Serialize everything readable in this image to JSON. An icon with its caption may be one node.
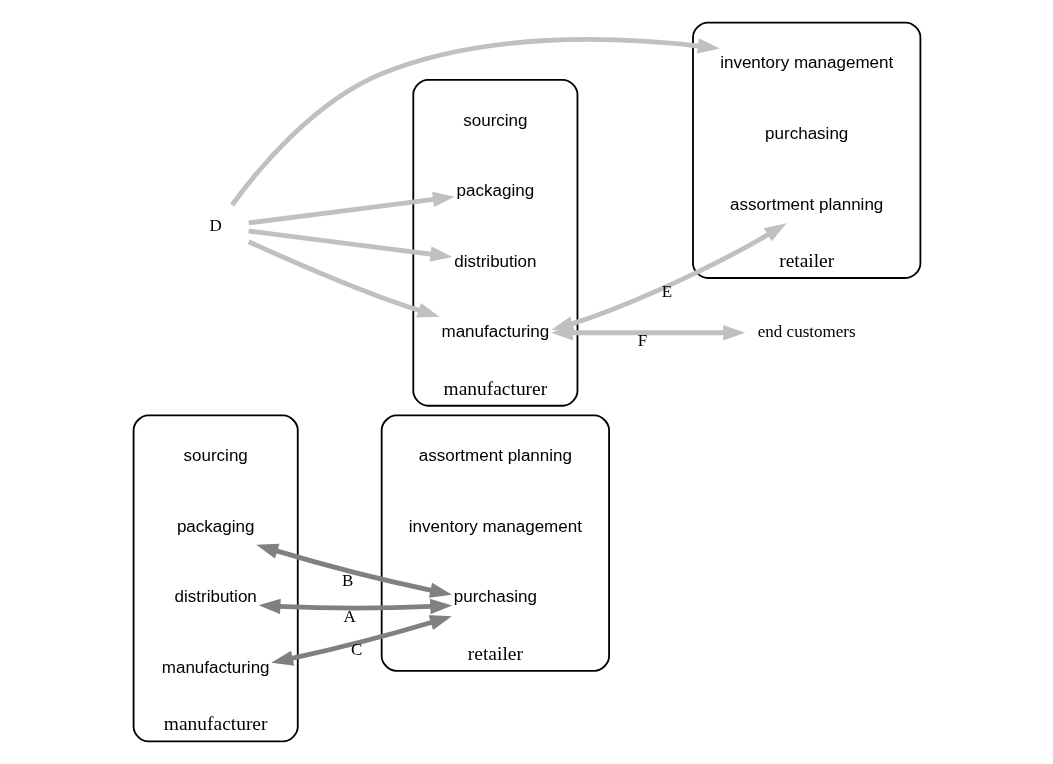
{
  "diagram": {
    "nodes": [
      {
        "text": [
          "manufacturer"
        ]
      },
      {
        "text": [
          "packaging"
        ],
        "in": 0
      },
      {
        "text": [
          "sourcing"
        ],
        "in": 0
      },
      {
        "text": [
          "distribution"
        ],
        "in": 0
      },
      {
        "text": [
          "manufacturing"
        ],
        "in": 0
      },
      {
        "text": [
          "retailer"
        ]
      },
      {
        "text": [
          "inventory management"
        ],
        "in": 5
      },
      {
        "text": [
          "purchasing"
        ],
        "in": 5
      },
      {
        "text": [
          "assortment planning"
        ],
        "in": 5
      },
      {
        "text": [
          "manufacturer"
        ]
      },
      {
        "text": [
          "packaging"
        ],
        "in": 9
      },
      {
        "text": [
          "sourcing"
        ],
        "in": 9
      },
      {
        "text": [
          "distribution"
        ],
        "in": 9
      },
      {
        "text": [
          "manufacturing"
        ],
        "in": 9
      },
      {
        "text": [
          "retailer"
        ]
      },
      {
        "text": [
          "inventory management"
        ],
        "in": 14
      },
      {
        "text": [
          "purchasing"
        ],
        "in": 14
      },
      {
        "text": [
          "assortment planning"
        ],
        "in": 14
      },
      {
        "text": [
          "D"
        ]
      },
      {
        "text": [
          "end customers"
        ]
      }
    ],
    "edges": [
      {
        "from": 1,
        "to": 7,
        "arrow": "both",
        "label": "B",
        "color": "#808080"
      },
      {
        "from": 3,
        "to": 7,
        "arrow": "both",
        "label": "A",
        "color": "#808080"
      },
      {
        "from": 4,
        "to": 7,
        "arrow": "both",
        "label": "C",
        "color": "#808080"
      },
      {
        "from": 18,
        "to": 10,
        "arrow": "to"
      },
      {
        "from": 18,
        "to": 12,
        "arrow": "to"
      },
      {
        "from": 18,
        "to": 13,
        "arrow": "to"
      },
      {
        "from": 18,
        "to": 15,
        "arrow": "to"
      },
      {
        "from": 13,
        "to": 17,
        "arrow": "both",
        "label": "E"
      },
      {
        "from": 13,
        "to": 19,
        "arrow": "both",
        "label": "F"
      }
    ]
  }
}
